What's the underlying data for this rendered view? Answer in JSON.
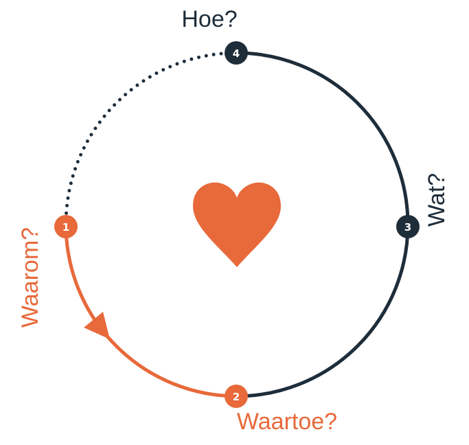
{
  "colors": {
    "accent": "#e8693a",
    "dark": "#1e2d3a"
  },
  "center_icon": "heart-icon",
  "steps": [
    {
      "number": "1",
      "label": "Waarom?"
    },
    {
      "number": "2",
      "label": "Waartoe?"
    },
    {
      "number": "3",
      "label": "Wat?"
    },
    {
      "number": "4",
      "label": "Hoe?"
    }
  ]
}
